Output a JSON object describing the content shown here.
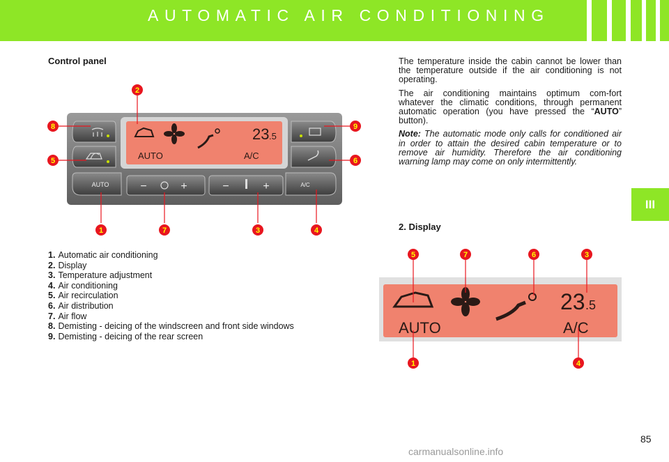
{
  "header": {
    "title": "AUTOMATIC AIR CONDITIONING",
    "color": "#8ee626"
  },
  "section_tab": "III",
  "control_panel": {
    "heading": "Control panel",
    "display_temp": "23",
    "display_temp_decimal": ".5",
    "display_auto": "AUTO",
    "display_ac": "A/C",
    "auto_button": "AUTO",
    "ac_button": "A/C",
    "callouts": [
      "2",
      "8",
      "9",
      "5",
      "6",
      "1",
      "7",
      "3",
      "4"
    ]
  },
  "legend": [
    {
      "num": "1.",
      "text": "Automatic air conditioning"
    },
    {
      "num": "2.",
      "text": "Display"
    },
    {
      "num": "3.",
      "text": "Temperature adjustment"
    },
    {
      "num": "4.",
      "text": "Air conditioning"
    },
    {
      "num": "5.",
      "text": "Air recirculation"
    },
    {
      "num": "6.",
      "text": "Air distribution"
    },
    {
      "num": "7.",
      "text": "Air flow"
    },
    {
      "num": "8.",
      "text": "Demisting - deicing of the windscreen and front side windows"
    },
    {
      "num": "9.",
      "text": "Demisting - deicing of the rear screen"
    }
  ],
  "body": {
    "p1": "The temperature inside the cabin cannot be lower than the temperature outside if the air conditioning is not operating.",
    "p2_before": "The air conditioning maintains optimum com-fort whatever the climatic conditions, through permanent automatic operation (you have pressed the “",
    "p2_bold": "AUTO",
    "p2_after": "” button).",
    "note_label": "Note:",
    "note_text": " The automatic mode only calls for conditioned air in order to attain the desired cabin temperature or to remove air humidity. Therefore the air conditioning warning lamp may come on only intermittently."
  },
  "display_section": {
    "heading": "2.  Display",
    "display_temp": "23",
    "display_temp_decimal": ".5",
    "display_auto": "AUTO",
    "display_ac": "A/C",
    "callouts_top": [
      "5",
      "7",
      "6",
      "3"
    ],
    "callouts_bottom": [
      "1",
      "4"
    ]
  },
  "page_number": "85",
  "watermark": "carmanualsonline.info",
  "colors": {
    "lcd": "#f0826e",
    "callout": "#e8161f"
  }
}
